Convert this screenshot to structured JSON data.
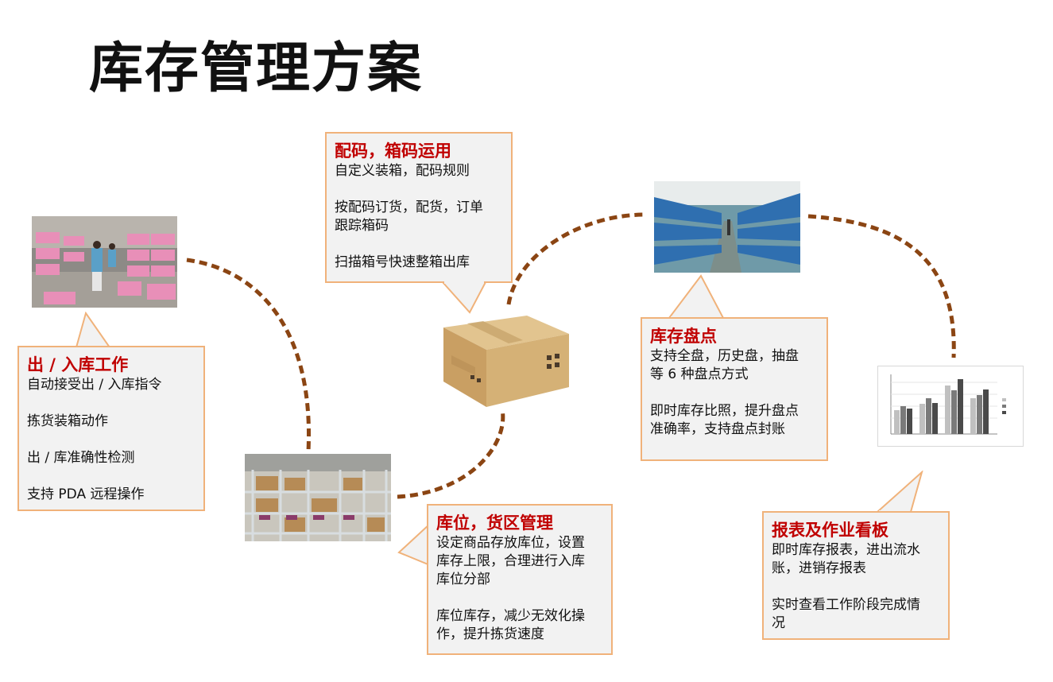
{
  "page": {
    "title": "库存管理方案"
  },
  "colors": {
    "accent_red": "#c00000",
    "callout_border": "#f0b27a",
    "dash_brown": "#8b4513"
  },
  "callouts": {
    "inout": {
      "title": "出 / 入库工作",
      "lines": [
        "自动接受出 / 入库指令",
        "拣货装箱动作",
        "出 / 库准确性检测",
        "支持 PDA 远程操作"
      ]
    },
    "barcode": {
      "title": "配码，箱码运用",
      "lines": [
        "自定义装箱，配码规则",
        "按配码订货，配货，订单\n跟踪箱码",
        "扫描箱号快速整箱出库"
      ]
    },
    "location": {
      "title": "库位，货区管理",
      "lines": [
        "设定商品存放库位，设置\n库存上限，合理进行入库\n库位分部",
        "库位库存，减少无效化操\n作，提升拣货速度"
      ]
    },
    "inventory": {
      "title": "库存盘点",
      "lines": [
        "支持全盘，历史盘，抽盘\n等 6 种盘点方式",
        "即时库存比照，提升盘点\n准确率，支持盘点封账"
      ]
    },
    "report": {
      "title": "报表及作业看板",
      "lines": [
        "即时库存报表，进出流水\n账，进销存报表",
        "实时查看工作阶段完成情\n况"
      ]
    }
  },
  "images": {
    "warehouse_pink": "warehouse-pink-crates-photo",
    "warehouse_racks": "warehouse-racks-photo",
    "cardboard_box": "cardboard-box-photo",
    "shelves_aisle": "shelves-aisle-photo",
    "bar_chart": "bar-chart-thumbnail"
  }
}
